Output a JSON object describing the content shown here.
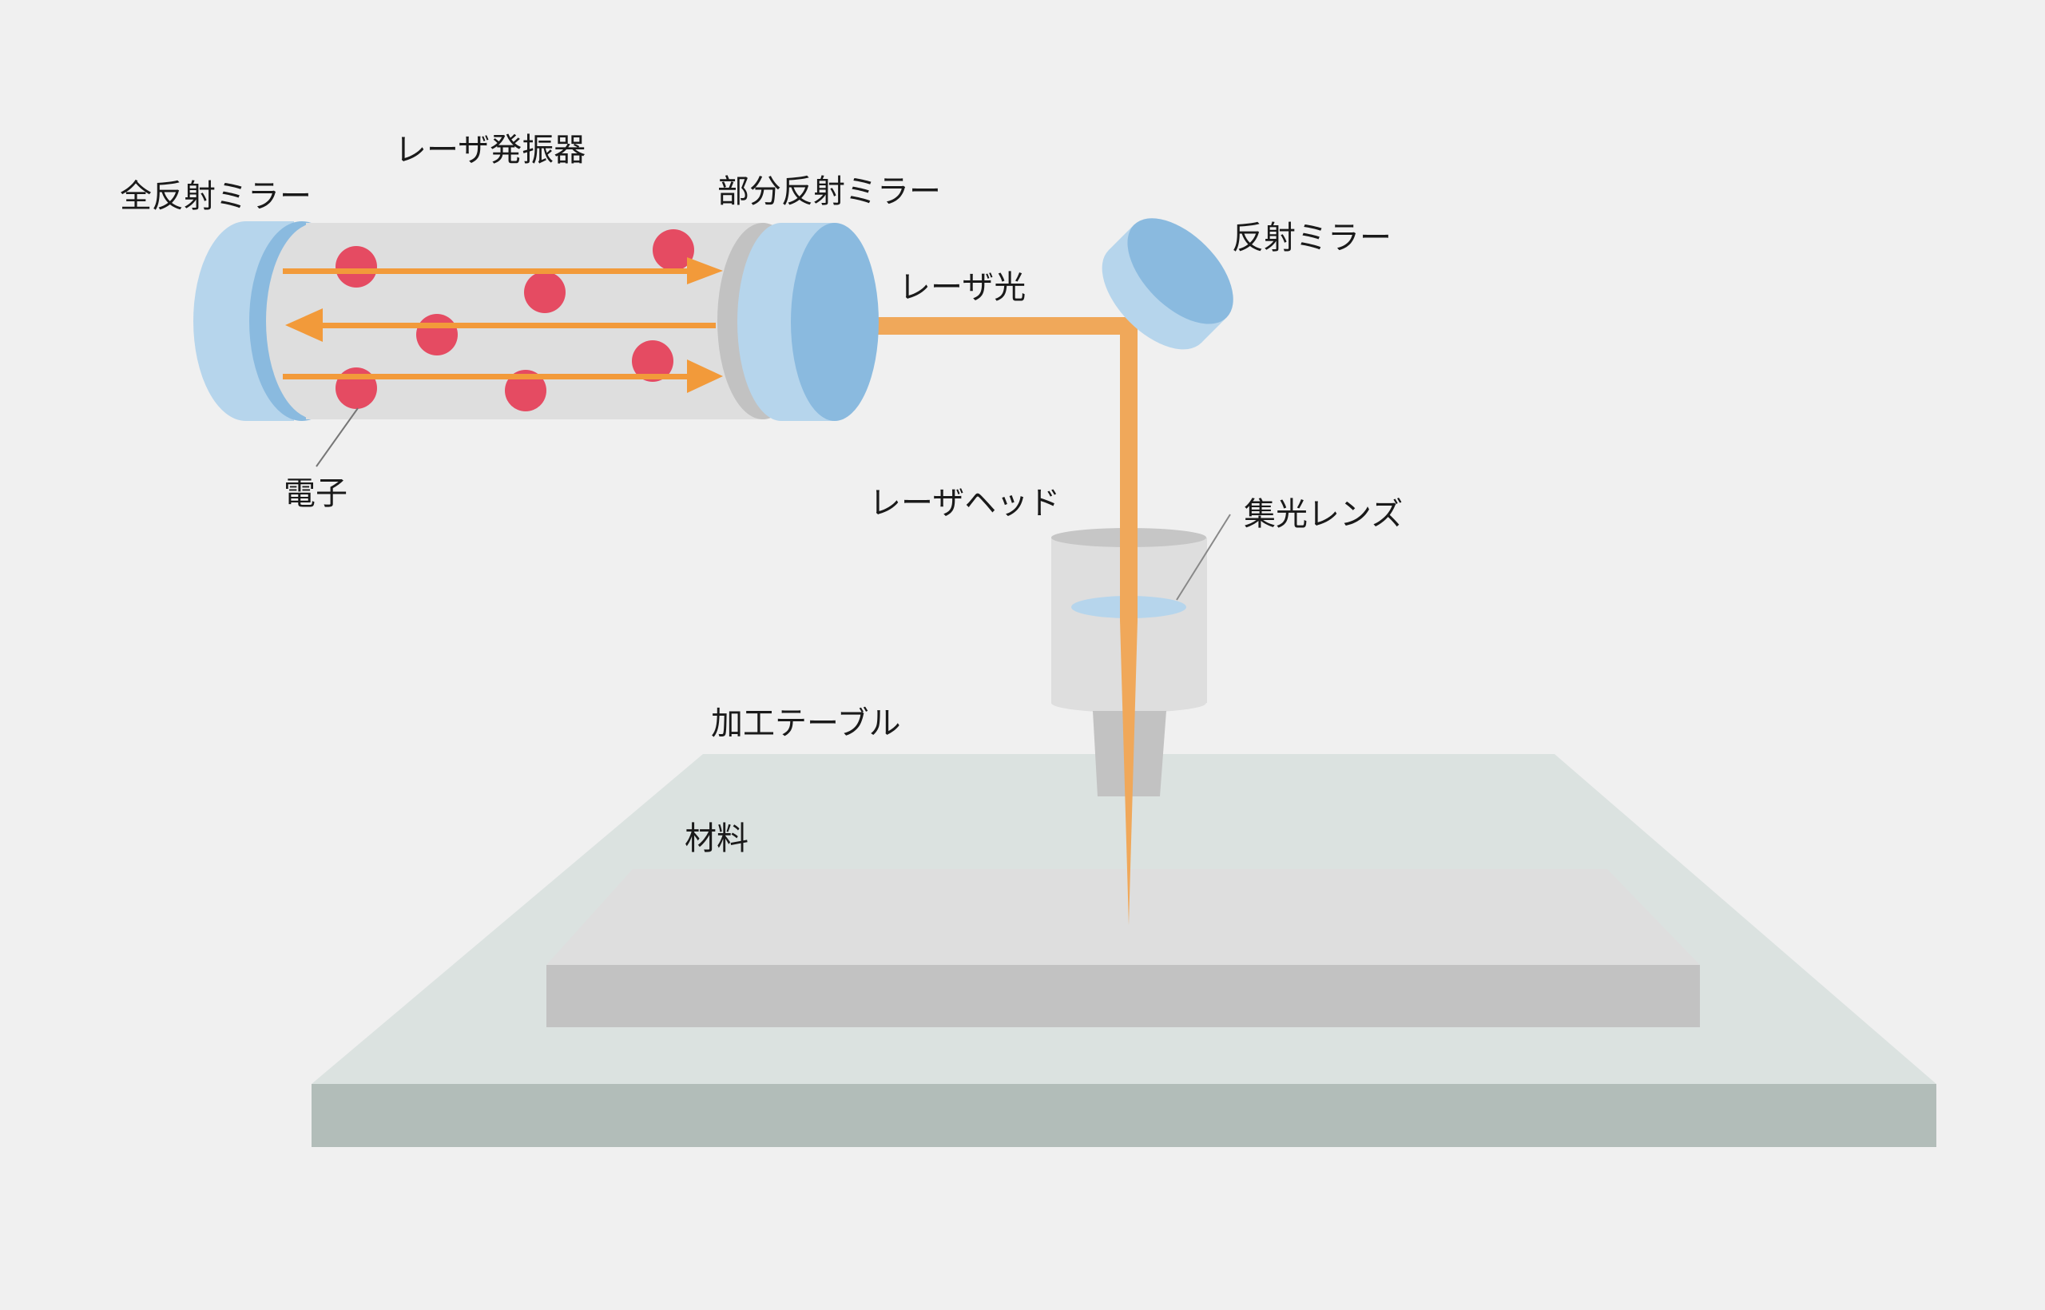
{
  "labels": {
    "oscillator": "レーザ発振器",
    "total_mirror": "全反射ミラー",
    "partial_mirror": "部分反射ミラー",
    "reflect_mirror": "反射ミラー",
    "laser_light": "レーザ光",
    "electron": "電子",
    "laser_head": "レーザヘッド",
    "condenser_lens": "集光レンズ",
    "table": "加工テーブル",
    "material": "材料"
  },
  "colors": {
    "background": "#f0f0f0",
    "laser": "#f0a85a",
    "arrow": "#f29a3a",
    "electron": "#e54b62",
    "mirror_light": "#b6d5ec",
    "mirror_dark": "#8abadf",
    "tube": "#dedede",
    "table_top": "#dbe2e0",
    "table_side": "#b2bdb9",
    "material_top": "#dedede",
    "material_side": "#c2c2c2",
    "head_body": "#dedede",
    "nozzle": "#c2c2c2"
  }
}
